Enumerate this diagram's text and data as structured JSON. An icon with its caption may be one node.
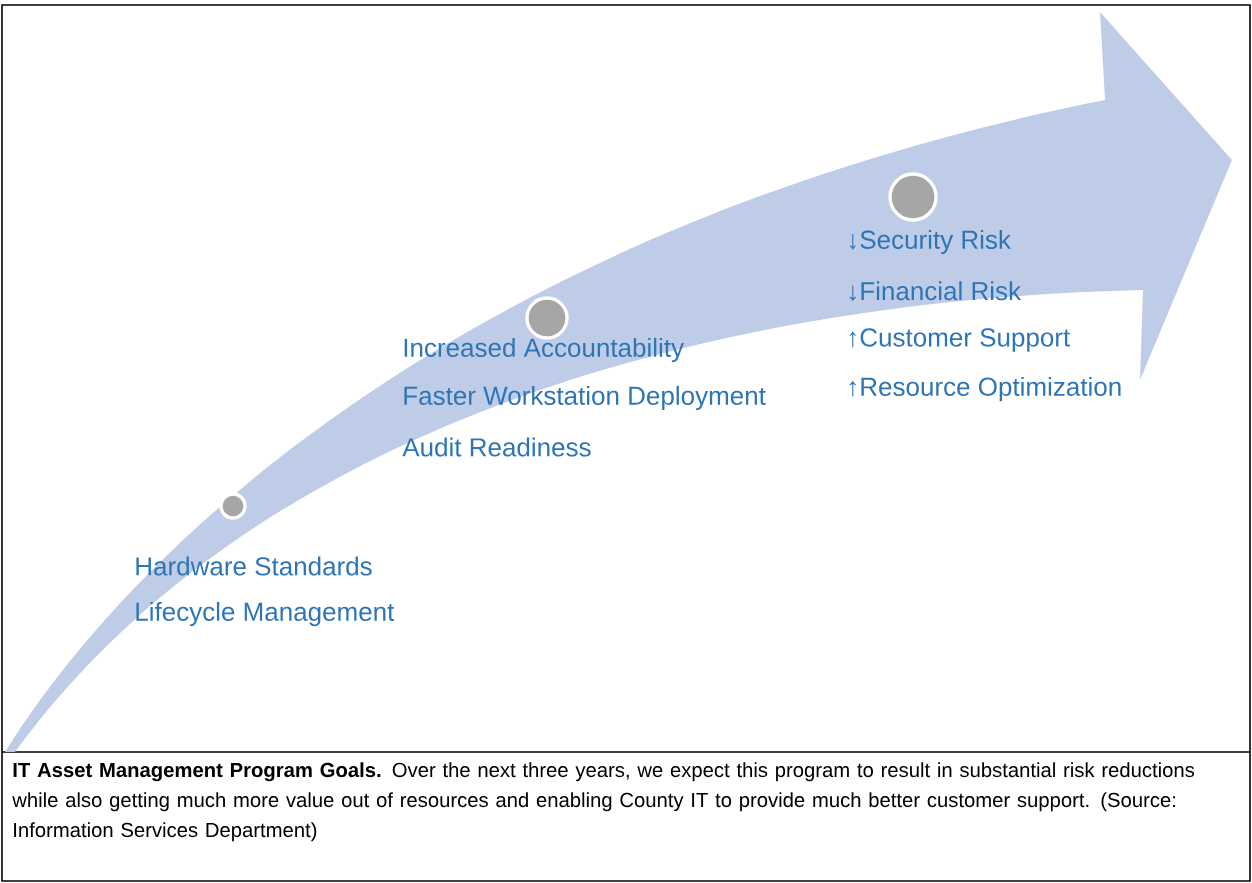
{
  "diagram": {
    "caption": "**IT Asset Management Program Goals.** Over the next three years, we expect this program to result in substantial risk reductions while also getting much more value out of resources and enabling County IT to provide much better customer support. (Source: Information Services Department)",
    "labels": [
      "↓Security Risk",
      "↓Financial Risk",
      "↑Customer Support",
      "↑Resource Optimization",
      "Increased Accountability",
      "Faster Workstation Deployment",
      "Audit Readiness",
      "Hardware Standards",
      "Lifecycle Management"
    ]
  }
}
